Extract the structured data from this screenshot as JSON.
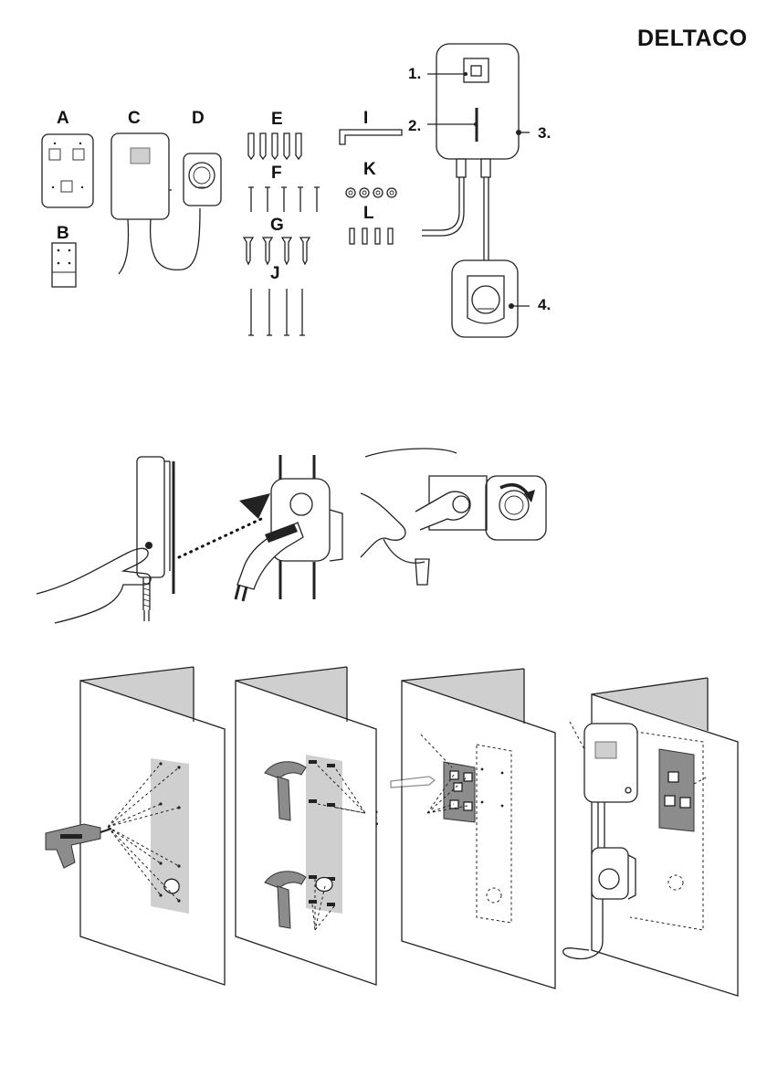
{
  "brand": "DELTACO",
  "parts": [
    "A",
    "B",
    "C",
    "D",
    "E",
    "F",
    "G",
    "I",
    "J",
    "K",
    "L"
  ],
  "callouts": [
    "1.",
    "2.",
    "3.",
    "4."
  ],
  "install": {
    "anchor_plate": "A",
    "plugs": "E",
    "screws": "F",
    "sockets": "L"
  }
}
